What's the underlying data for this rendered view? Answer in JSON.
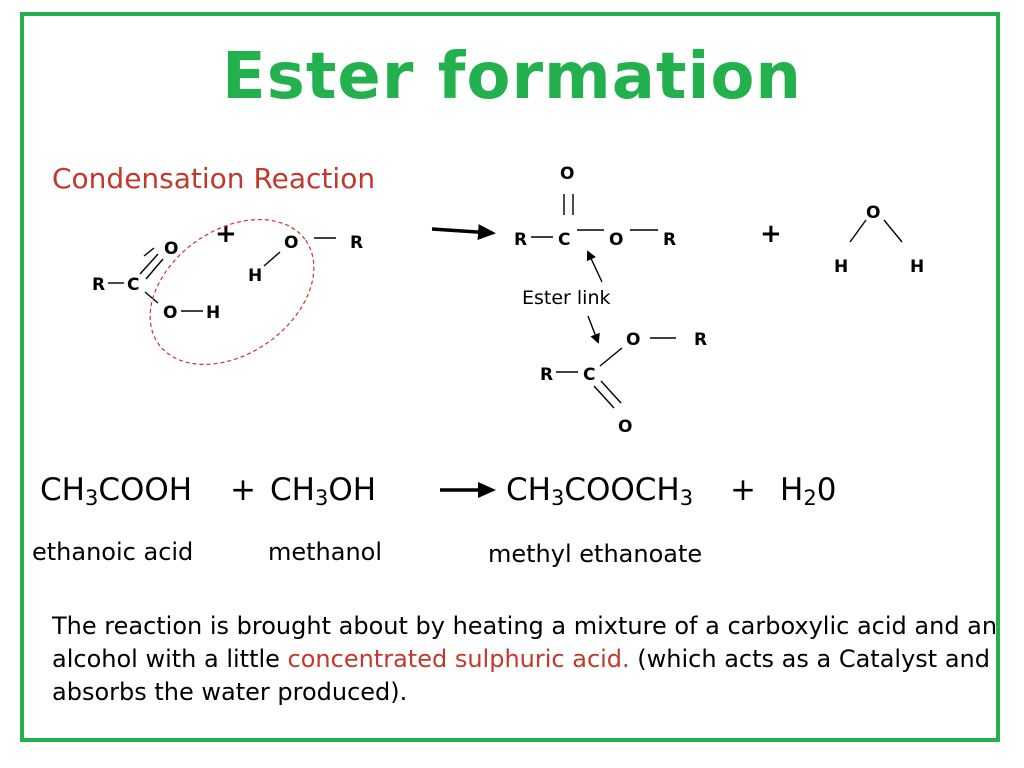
{
  "title": "Ester formation",
  "subtitle": "Condensation Reaction",
  "reaction_scheme": {
    "atoms": {
      "R": "R",
      "C": "C",
      "O": "O",
      "H": "H"
    },
    "plus": "+",
    "ester_link_label": "Ester link"
  },
  "equation": {
    "acid": {
      "prefix": "CH",
      "sub1": "3",
      "suffix": "COOH"
    },
    "plus1": "+",
    "alcohol": {
      "prefix": "CH",
      "sub1": "3",
      "suffix": "OH"
    },
    "product": {
      "prefix": "CH",
      "sub1": "3",
      "mid": "COOCH",
      "sub2": "3"
    },
    "plus2": "+",
    "water": {
      "prefix": "H",
      "sub1": "2",
      "suffix": "0"
    }
  },
  "names": {
    "acid": "ethanoic acid",
    "alcohol": "methanol",
    "product": "methyl ethanoate"
  },
  "paragraph": {
    "part1": "The reaction is brought about by heating a mixture of a carboxylic acid and an alcohol with a little ",
    "highlight": "concentrated sulphuric acid.",
    "part2": " (which acts as a Catalyst and absorbs the water produced)."
  },
  "colors": {
    "title": "#22b14c",
    "frame": "#22b14c",
    "subtitle": "#c0392b",
    "highlight": "#c0392b",
    "circle": "#d32f2f"
  }
}
